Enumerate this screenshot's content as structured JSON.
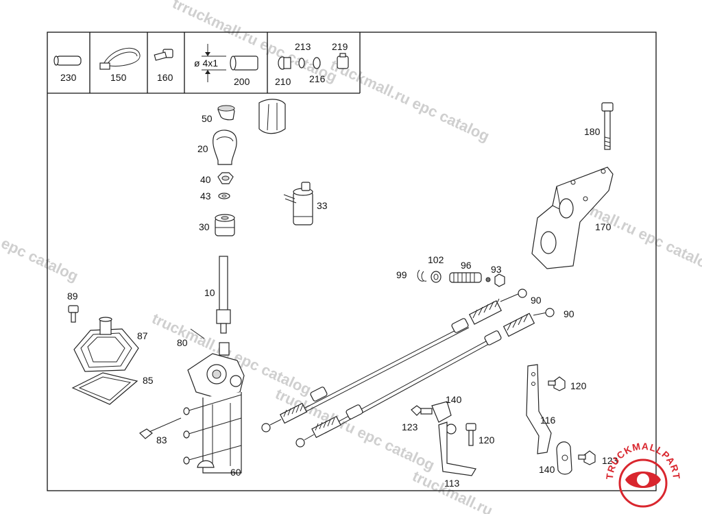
{
  "header_cells": {
    "c230": "230",
    "c150": "150",
    "c160": "160",
    "c200_dim": "ø 4x1",
    "c200": "200",
    "c213": "213",
    "c219": "219",
    "c210": "210",
    "c216": "216"
  },
  "callouts": {
    "p50": "50",
    "p20": "20",
    "p40": "40",
    "p43": "43",
    "p30": "30",
    "p33": "33",
    "p10": "10",
    "p80": "80",
    "p89": "89",
    "p87": "87",
    "p85": "85",
    "p83": "83",
    "p60": "60",
    "p180": "180",
    "p170": "170",
    "p99": "99",
    "p102": "102",
    "p96": "96",
    "p93": "93",
    "p90a": "90",
    "p90b": "90",
    "p140a": "140",
    "p123a": "123",
    "p120a": "120",
    "p113": "113",
    "p120b": "120",
    "p116": "116",
    "p140b": "140",
    "p123b": "123"
  },
  "watermarks": {
    "w1": "trruckmall.ru epc catalog",
    "w2": "truckmall.ru epc catalog",
    "w3": "truckmall.ru epc catalog",
    "w4": "epc catalog",
    "w5": "truckmall.ru epc catalog",
    "w6": "truckmall.ru epc catalog",
    "w7": "truckmall.ru"
  },
  "logo": {
    "text": "TRUCKMALLPARTS",
    "color": "#d9262e"
  }
}
